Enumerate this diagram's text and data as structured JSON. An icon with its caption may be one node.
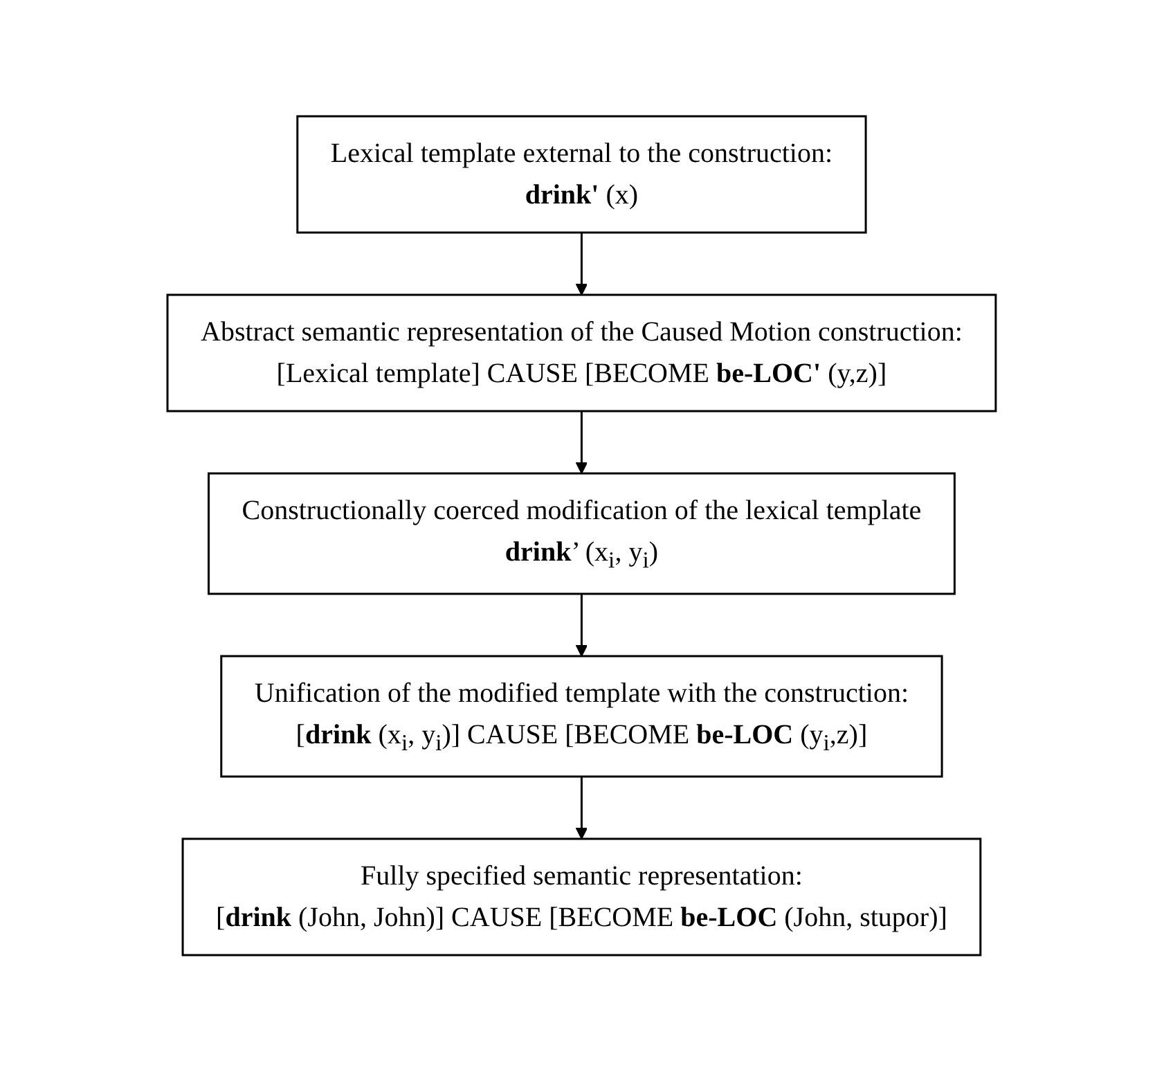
{
  "diagram": {
    "nodes": [
      {
        "text": [
          "Lexical template external to the construction:",
          "**drink'** (x)"
        ]
      },
      {
        "text": [
          "Abstract semantic representation of the Caused Motion construction:",
          "[Lexical template] CAUSE [BECOME **be-LOC'** (y,z)]"
        ]
      },
      {
        "text": [
          "Constructionally coerced modification of the lexical template",
          "**drink**’ (x$_{i}$, y$_{i}$)"
        ]
      },
      {
        "text": [
          "Unification of the modified template with the construction:",
          "[**drink** (x$_{i}$, y$_{i}$)] CAUSE [BECOME **be-LOC** (y$_{i}$,z)]"
        ]
      },
      {
        "text": [
          "Fully specified semantic representation:",
          "[**drink** (John, John)] CAUSE [BECOME **be-LOC** (John, stupor)]"
        ]
      }
    ],
    "edges": [
      {
        "from": 0,
        "to": 1,
        "arrow": "to"
      },
      {
        "from": 1,
        "to": 2,
        "arrow": "to"
      },
      {
        "from": 2,
        "to": 3,
        "arrow": "to"
      },
      {
        "from": 3,
        "to": 4,
        "arrow": "to"
      }
    ]
  }
}
